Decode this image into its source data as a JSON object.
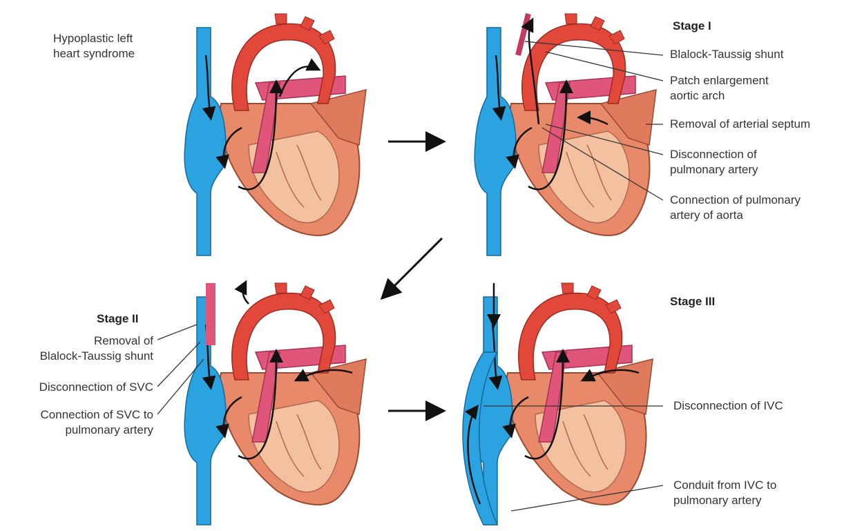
{
  "panels": {
    "hlhs": {
      "title": "Hypoplastic left\nheart syndrome"
    },
    "stage1": {
      "title": "Stage I",
      "labels": [
        "Blalock-Taussig shunt",
        "Patch enlargement\naortic arch",
        "Removal of arterial septum",
        "Disconnection of\npulmonary artery",
        "Connection of pulmonary\nartery of aorta"
      ]
    },
    "stage2": {
      "title": "Stage II",
      "labels": [
        "Removal of\nBlalock-Taussig shunt",
        "Disconnection of SVC",
        "Connection of SVC to\npulmonary artery"
      ]
    },
    "stage3": {
      "title": "Stage III",
      "labels": [
        "Disconnection of IVC",
        "Conduit from IVC to\npulmonary artery"
      ]
    }
  },
  "colors": {
    "vein": "#2aa3e0",
    "aorta": "#e2483a",
    "pulmonary": "#e0567a",
    "heart": "#e8896a",
    "heart_inner": "#f4c1a0",
    "leader": "#333333"
  }
}
